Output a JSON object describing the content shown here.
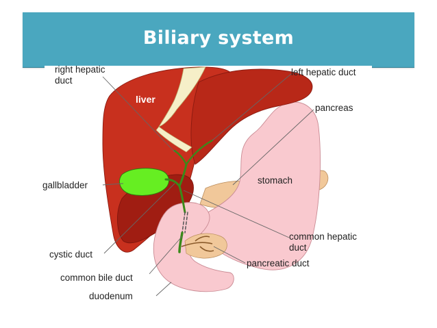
{
  "slide": {
    "title": "Biliary system"
  },
  "diagram": {
    "labels": {
      "right_hepatic_duct": [
        "right hepatic",
        "duct"
      ],
      "left_hepatic_duct": "left hepatic duct",
      "liver": "liver",
      "pancreas": "pancreas",
      "gallbladder": "gallbladder",
      "stomach": "stomach",
      "common_hepatic_duct": [
        "common hepatic",
        "duct"
      ],
      "cystic_duct": "cystic duct",
      "pancreatic_duct": "pancreatic duct",
      "common_bile_duct": "common bile duct",
      "duodenum": "duodenum"
    },
    "colors": {
      "banner": "#4aa7bf",
      "liver": "#c8301e",
      "liver_dark": "#a01d12",
      "stomach": "#f9c9cf",
      "pancreas": "#f1c89a",
      "gallbladder": "#66ee22",
      "ducts": "#3a8a1a",
      "ligament": "#f6efc8"
    }
  }
}
